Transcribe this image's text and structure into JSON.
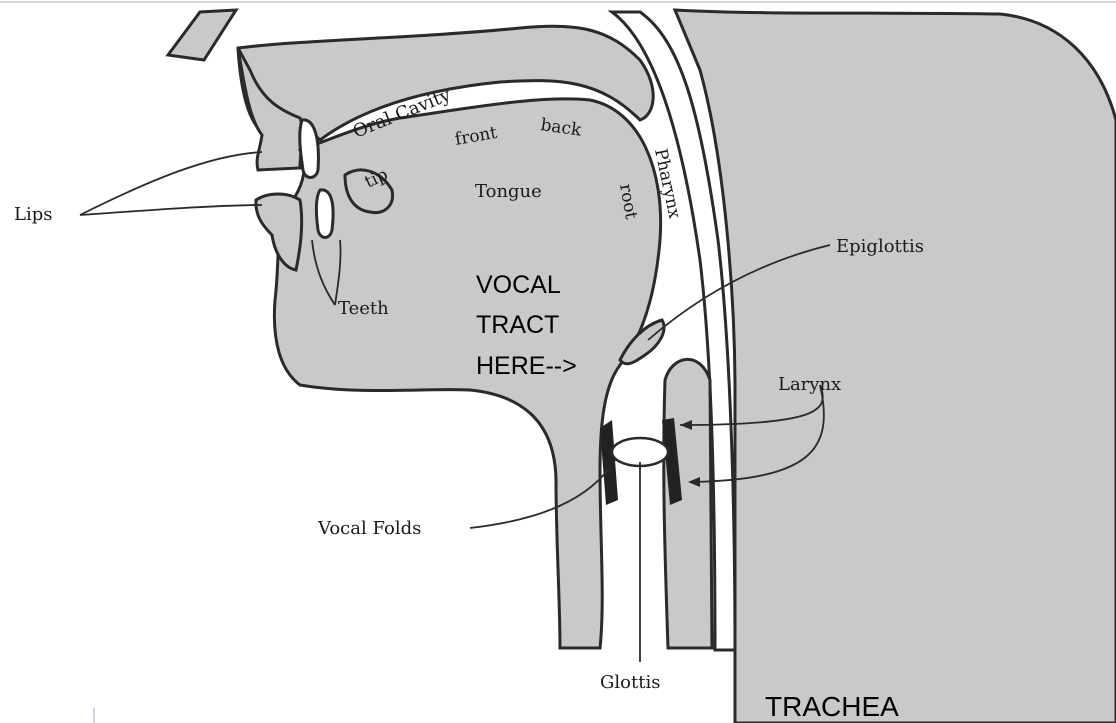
{
  "labels": {
    "oral_cavity": "Oral Cavity",
    "tip": "tip",
    "front": "front",
    "back": "back",
    "tongue": "Tongue",
    "root": "root",
    "pharynx": "Pharynx",
    "lips": "Lips",
    "teeth": "Teeth",
    "epiglottis": "Epiglottis",
    "larynx": "Larynx",
    "vocal_folds": "Vocal Folds",
    "glottis": "Glottis"
  },
  "annotations": {
    "vocal_tract_line1": "VOCAL",
    "vocal_tract_line2": "TRACT",
    "vocal_tract_line3": "HERE-->",
    "trachea": "TRACHEA"
  },
  "colors": {
    "tissue": "#c9c9c9",
    "tissue_dark": "#b8b8b8",
    "outline": "#2a2a2a",
    "cavity": "#ffffff",
    "cartilage": "#222222"
  }
}
